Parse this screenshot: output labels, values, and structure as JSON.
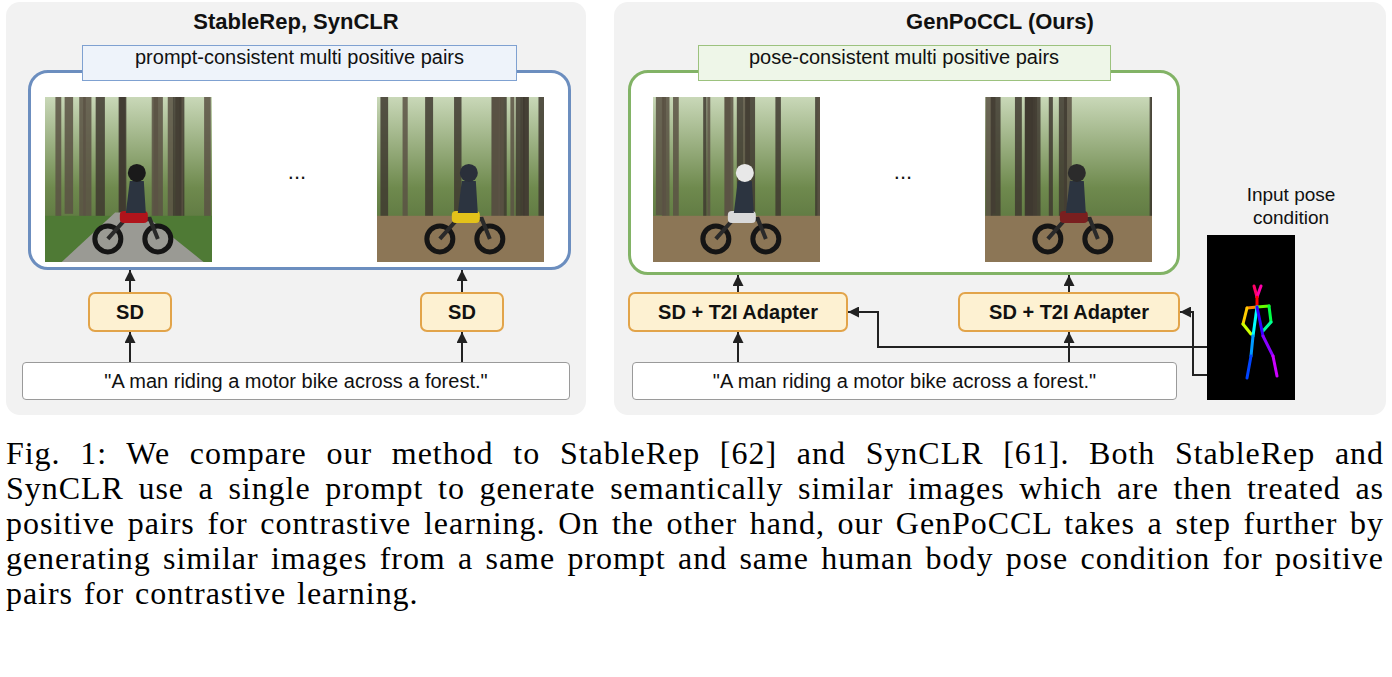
{
  "diagram": {
    "caption": "Fig. 1: We compare our method to StableRep [62] and SynCLR [61]. Both StableRep and SynCLR use a single prompt to generate semantically similar images which are then treated as positive pairs for contrastive learning. On the other hand, our GenPoCCL takes a step further by generating similar images from a same prompt and same human body pose condition for positive pairs for contrastive learning.",
    "nodes": [
      {
        "text": [
          "StableRep, SynCLR"
        ]
      },
      {
        "text": [
          "prompt-consistent multi positive pairs"
        ],
        "in": 0
      },
      {
        "text": [
          "SD"
        ],
        "in": 0
      },
      {
        "text": [
          "SD"
        ],
        "in": 0
      },
      {
        "text": [
          "\"A man riding a motor bike across a forest.\""
        ],
        "in": 0
      },
      {
        "text": [
          "GenPoCCL (Ours)"
        ]
      },
      {
        "text": [
          "pose-consistent multi positive pairs"
        ],
        "in": 5
      },
      {
        "text": [
          "SD + T2I Adapter"
        ],
        "in": 5
      },
      {
        "text": [
          "SD + T2I Adapter"
        ],
        "in": 5
      },
      {
        "text": [
          "\"A man riding a motor bike across a forest.\""
        ],
        "in": 5
      },
      {
        "text": [
          "Input pose condition"
        ],
        "in": 5
      }
    ],
    "edges": [
      {
        "from": 4,
        "to": 2,
        "arrow": "to"
      },
      {
        "from": 4,
        "to": 3,
        "arrow": "to"
      },
      {
        "from": 2,
        "to": 1,
        "arrow": "to"
      },
      {
        "from": 3,
        "to": 1,
        "arrow": "to"
      },
      {
        "from": 9,
        "to": 7,
        "arrow": "to"
      },
      {
        "from": 9,
        "to": 8,
        "arrow": "to"
      },
      {
        "from": 7,
        "to": 6,
        "arrow": "to"
      },
      {
        "from": 8,
        "to": 6,
        "arrow": "to"
      },
      {
        "from": 10,
        "to": 8,
        "arrow": "to"
      },
      {
        "from": 10,
        "to": 7,
        "arrow": "to"
      }
    ],
    "labels": [
      "...",
      "..."
    ]
  }
}
